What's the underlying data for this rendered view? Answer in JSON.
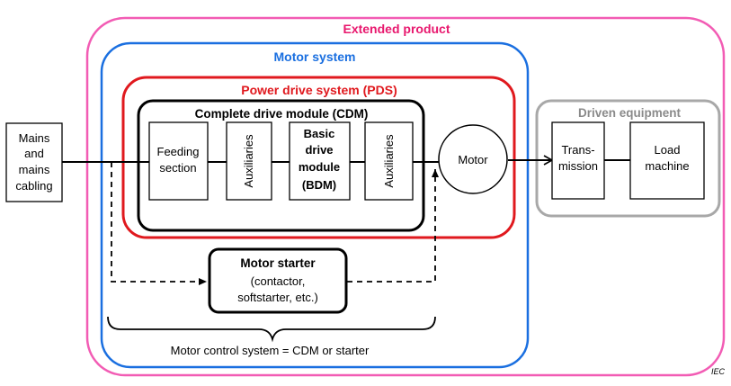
{
  "colors": {
    "extended": "#f25cb4",
    "motor_system": "#1a6fe0",
    "pds": "#e0191e",
    "driven": "#a8a8a8",
    "line": "#000000",
    "extended_text": "#e8186e",
    "motor_system_text": "#1a6fe0",
    "pds_text": "#e0191e",
    "driven_text": "#8a8a8a"
  },
  "labels": {
    "extended_product": "Extended product",
    "motor_system": "Motor system",
    "pds": "Power drive system (PDS)",
    "cdm": "Complete drive module (CDM)",
    "driven_equipment": "Driven equipment",
    "mains": [
      "Mains",
      "and",
      "mains",
      "cabling"
    ],
    "feeding": [
      "Feeding",
      "section"
    ],
    "auxiliaries_1": "Auxiliaries",
    "bdm": [
      "Basic",
      "drive",
      "module",
      "(BDM)"
    ],
    "auxiliaries_2": "Auxiliaries",
    "motor": "Motor",
    "transmission": [
      "Trans-",
      "mission"
    ],
    "load_machine": [
      "Load",
      "machine"
    ],
    "motor_starter": "Motor starter",
    "motor_starter_sub": [
      "(contactor,",
      "softstarter, etc.)"
    ],
    "motor_control_system": "Motor control system = CDM or starter",
    "iec": "IEC"
  }
}
